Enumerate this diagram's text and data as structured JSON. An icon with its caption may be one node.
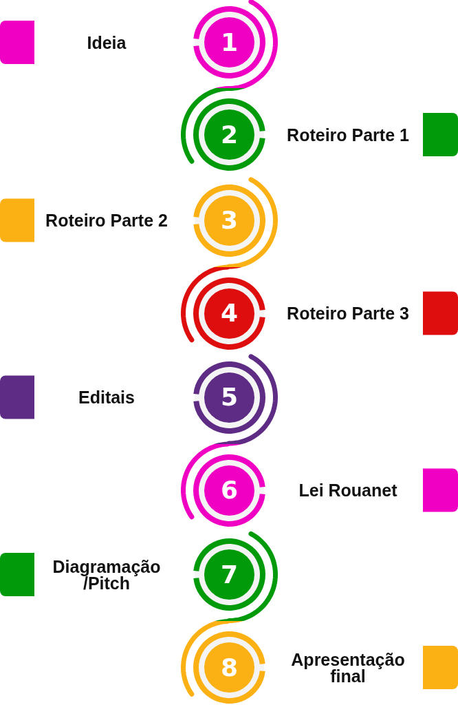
{
  "diagram": {
    "nodes": [
      {
        "text": [
          "1"
        ],
        "beside": [
          "Ideia"
        ]
      },
      {
        "text": [
          "2"
        ],
        "beside": [
          "Roteiro Parte 1"
        ]
      },
      {
        "text": [
          "3"
        ],
        "beside": [
          "Roteiro Parte 2"
        ]
      },
      {
        "text": [
          "4"
        ],
        "beside": [
          "Roteiro Parte 3"
        ]
      },
      {
        "text": [
          "5"
        ],
        "beside": [
          "Editais"
        ]
      },
      {
        "text": [
          "6"
        ],
        "beside": [
          "Lei Rouanet"
        ]
      },
      {
        "text": [
          "7"
        ],
        "beside": [
          "Diagramação /Pitch"
        ]
      },
      {
        "text": [
          "8"
        ],
        "beside": [
          "Apresentação final"
        ]
      }
    ],
    "edges": [
      {
        "from": 0,
        "to": 1,
        "arrow": "none"
      },
      {
        "from": 2,
        "to": 3,
        "arrow": "none"
      },
      {
        "from": 4,
        "to": 5,
        "arrow": "none"
      },
      {
        "from": 6,
        "to": 7,
        "arrow": "none"
      }
    ]
  }
}
